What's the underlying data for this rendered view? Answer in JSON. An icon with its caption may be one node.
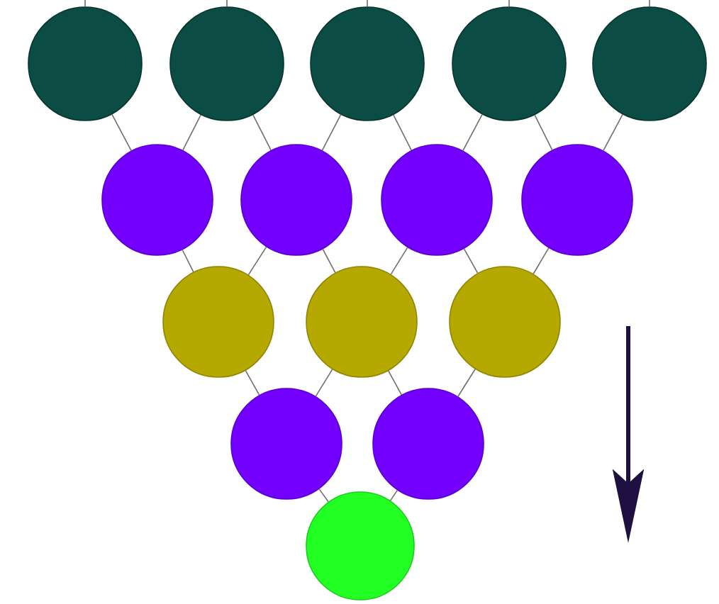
{
  "diagram": {
    "nodes": [
      {
        "text": [],
        "shape": "circle"
      },
      {
        "text": [],
        "shape": "circle"
      },
      {
        "text": [],
        "shape": "circle"
      },
      {
        "text": [],
        "shape": "circle"
      },
      {
        "text": [],
        "shape": "circle"
      },
      {
        "text": [],
        "shape": "circle"
      },
      {
        "text": [],
        "shape": "circle"
      },
      {
        "text": [],
        "shape": "circle"
      },
      {
        "text": [],
        "shape": "circle"
      },
      {
        "text": [],
        "shape": "circle"
      },
      {
        "text": [],
        "shape": "circle"
      },
      {
        "text": [],
        "shape": "circle"
      },
      {
        "text": [],
        "shape": "circle"
      },
      {
        "text": [],
        "shape": "circle"
      },
      {
        "text": [],
        "shape": "circle"
      }
    ],
    "edges": [
      {
        "from": null,
        "to": 0,
        "arrow": "none"
      },
      {
        "from": null,
        "to": 1,
        "arrow": "none"
      },
      {
        "from": null,
        "to": 2,
        "arrow": "none"
      },
      {
        "from": null,
        "to": 3,
        "arrow": "none"
      },
      {
        "from": null,
        "to": 4,
        "arrow": "none"
      },
      {
        "from": 0,
        "to": 5,
        "arrow": "none"
      },
      {
        "from": 1,
        "to": 5,
        "arrow": "none"
      },
      {
        "from": 1,
        "to": 6,
        "arrow": "none"
      },
      {
        "from": 2,
        "to": 6,
        "arrow": "none"
      },
      {
        "from": 2,
        "to": 7,
        "arrow": "none"
      },
      {
        "from": 3,
        "to": 7,
        "arrow": "none"
      },
      {
        "from": 3,
        "to": 8,
        "arrow": "none"
      },
      {
        "from": 4,
        "to": 8,
        "arrow": "none"
      },
      {
        "from": 5,
        "to": 9,
        "arrow": "none"
      },
      {
        "from": 6,
        "to": 9,
        "arrow": "none"
      },
      {
        "from": 6,
        "to": 10,
        "arrow": "none"
      },
      {
        "from": 7,
        "to": 10,
        "arrow": "none"
      },
      {
        "from": 7,
        "to": 11,
        "arrow": "none"
      },
      {
        "from": 8,
        "to": 11,
        "arrow": "none"
      },
      {
        "from": 9,
        "to": 12,
        "arrow": "none"
      },
      {
        "from": 10,
        "to": 12,
        "arrow": "none"
      },
      {
        "from": 10,
        "to": 13,
        "arrow": "none"
      },
      {
        "from": 11,
        "to": 13,
        "arrow": "none"
      },
      {
        "from": 12,
        "to": 14,
        "arrow": "none"
      },
      {
        "from": 13,
        "to": 14,
        "arrow": "none"
      }
    ]
  }
}
